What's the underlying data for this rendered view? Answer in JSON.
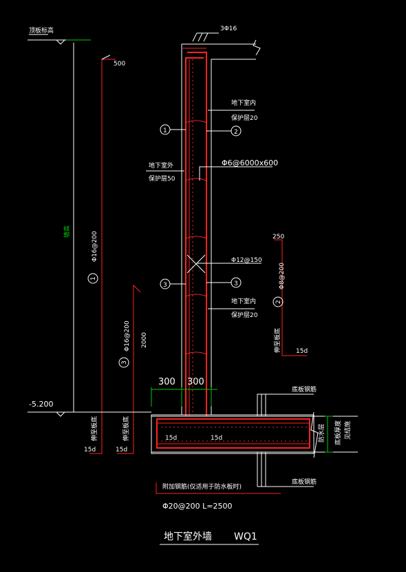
{
  "drawing": {
    "title": "地下室外墙",
    "code": "WQ1",
    "labels": {
      "top_elev_label": "顶板标高",
      "top_bars": "3Φ16",
      "dim_500": "500",
      "inner_cover_top_1": "地下室内",
      "inner_cover_top_2": "保护层20",
      "outer_cover_1": "地下室外",
      "outer_cover_2": "保护层50",
      "tie_bars": "Φ6@6000x600",
      "bar_1_spec": "Φ16@200",
      "bar_x_spec": "Φ12@150",
      "inner_cover_bot_1": "地下室内",
      "inner_cover_bot_2": "保护层20",
      "dim_250": "250",
      "bar_2_spec": "Φ8@200",
      "bar_3_spec": "Φ16@200",
      "dim_2000": "2000",
      "wall_height": "墙高",
      "extend_label_2": "伸至板底",
      "d15_2": "15d",
      "dim_300_left": "300",
      "dim_300_right": "300",
      "bottom_elev": "-5.200",
      "extend_label_1": "伸至板底",
      "d15_1": "15d",
      "extend_label_3": "伸至板底",
      "d15_3": "15d",
      "d15_inner_left": "15d",
      "d15_inner_right": "15d",
      "slab_top_bars": "底板钢筋",
      "slab_bot_bars": "底板钢筋",
      "slab_side_1": "防水层",
      "slab_side_2": "底板厚度",
      "slab_side_3": "见结施",
      "added_bars_note": "附加钢筋(仅适用于防水板时)",
      "added_bars_spec": "Φ20@200  L=2500"
    },
    "circled_numbers": {
      "one": "1",
      "two": "2",
      "three": "3"
    }
  }
}
